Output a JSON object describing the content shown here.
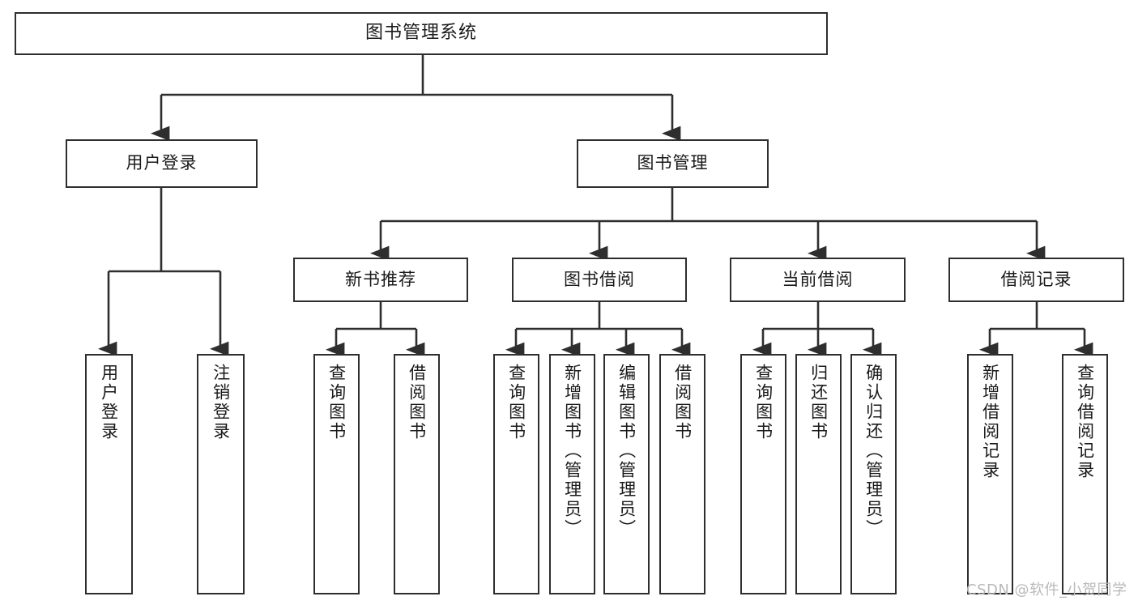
{
  "diagram": {
    "title": "图书管理系统",
    "type": "tree-hierarchy-diagram",
    "colors": {
      "stroke": "#2e2e2e",
      "fill": "#ffffff",
      "text": "#1a1a1a",
      "watermark": "#b9b9b9"
    },
    "root": {
      "label": "图书管理系统"
    },
    "level2": {
      "user_login": {
        "label": "用户登录"
      },
      "book_manage": {
        "label": "图书管理"
      }
    },
    "level3": {
      "new_book_rec": {
        "label": "新书推荐"
      },
      "book_borrow": {
        "label": "图书借阅"
      },
      "current_borrow": {
        "label": "当前借阅"
      },
      "borrow_record": {
        "label": "借阅记录"
      }
    },
    "leaves": {
      "user_login_children": [
        {
          "label": "用户登录"
        },
        {
          "label": "注销登录"
        }
      ],
      "new_book_rec_children": [
        {
          "label": "查询图书"
        },
        {
          "label": "借阅图书"
        }
      ],
      "book_borrow_children": [
        {
          "label": "查询图书"
        },
        {
          "label": "新增图书（管理员）"
        },
        {
          "label": "编辑图书（管理员）"
        },
        {
          "label": "借阅图书"
        }
      ],
      "current_borrow_children": [
        {
          "label": "查询图书"
        },
        {
          "label": "归还图书"
        },
        {
          "label": "确认归还（管理员）"
        }
      ],
      "borrow_record_children": [
        {
          "label": "新增借阅记录"
        },
        {
          "label": "查询借阅记录"
        }
      ]
    }
  },
  "watermark": {
    "text": "CSDN @软件_小贺同学"
  }
}
